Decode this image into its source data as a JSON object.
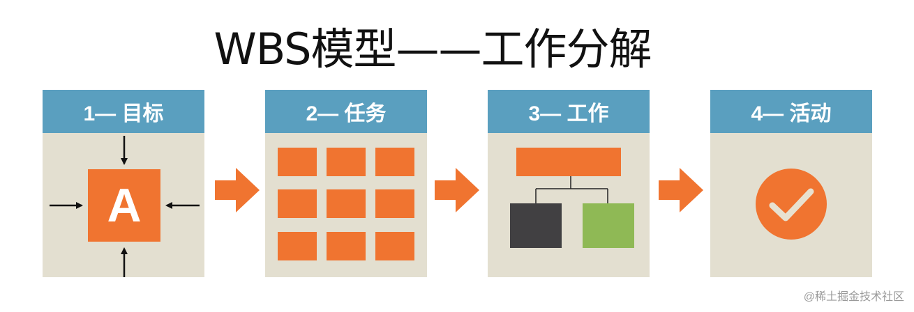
{
  "title": "WBS模型——工作分解",
  "steps": [
    {
      "label": "1— 目标",
      "icon": "target-arrows-icon"
    },
    {
      "label": "2— 任务",
      "icon": "task-grid-icon"
    },
    {
      "label": "3— 工作",
      "icon": "work-tree-icon"
    },
    {
      "label": "4— 活动",
      "icon": "checkmark-circle-icon"
    }
  ],
  "target_letter": "A",
  "watermark": "@稀土掘金技术社区",
  "colors": {
    "header": "#5a9fbf",
    "panel_body": "#e3dfd0",
    "accent_orange": "#f07430",
    "dark_box": "#414042",
    "green_box": "#8fb955",
    "check_mark": "#e8e1d0"
  }
}
